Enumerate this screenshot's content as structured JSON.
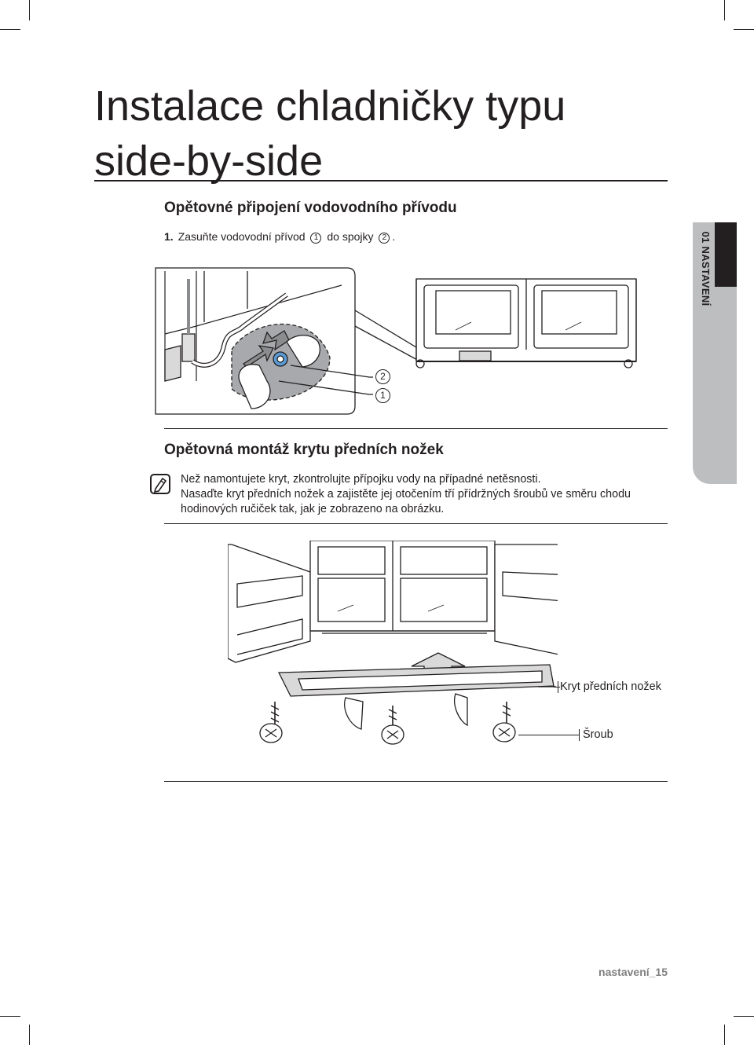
{
  "title_line1": "Instalace chladničky typu",
  "title_line2": "side-by-side",
  "section1": {
    "heading": "Opětovné připojení vodovodního přívodu",
    "step_number": "1.",
    "step_text_a": "Zasuňte vodovodní přívod",
    "marker_1": "1",
    "step_text_b": "do spojky",
    "marker_2": "2",
    "step_text_end": ".",
    "callout_2": "2",
    "callout_1": "1"
  },
  "section2": {
    "heading": "Opětovná montáž krytu předních nožek",
    "note_line1": "Než namontujete kryt, zkontrolujte přípojku vody na případné netěsnosti.",
    "note_line2": "Nasaďte kryt předních nožek a zajistěte jej otočením tří přídržných šroubů ve směru chodu hodinových ručiček tak, jak je zobrazeno na obrázku.",
    "label_cover": "Kryt předních nožek",
    "label_screw": "Šroub"
  },
  "sidebar": {
    "label": "01 NASTAVENÍ"
  },
  "footer": {
    "page_label": "nastavení_15"
  },
  "icons": [
    "note-icon"
  ]
}
